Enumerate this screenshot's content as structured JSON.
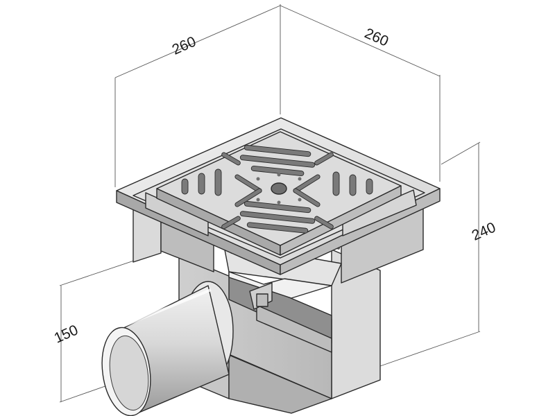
{
  "dimensions": {
    "width_top": "260",
    "depth_top": "260",
    "height_total": "240",
    "height_outlet": "150"
  },
  "colors": {
    "background": "#ffffff",
    "metal_light": "#e6e6e6",
    "metal_mid": "#c9c9c9",
    "metal_dark": "#8f8f8f",
    "edge": "#2a2a2a",
    "dim_line": "#555555"
  }
}
